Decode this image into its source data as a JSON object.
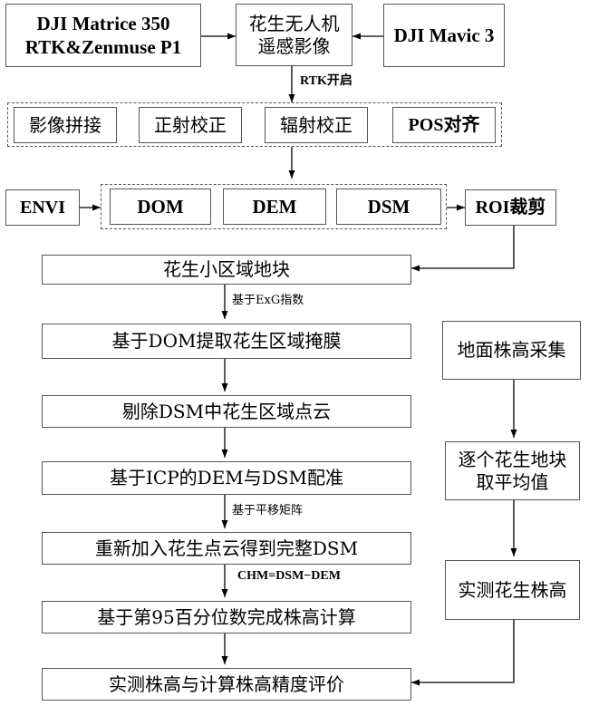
{
  "nodes": {
    "dji_m350": {
      "lines": [
        "DJI Matrice 350",
        "RTK&Zenmuse P1"
      ]
    },
    "uav_image": {
      "lines": [
        "花生无人机",
        "遥感影像"
      ]
    },
    "dji_mavic": {
      "lines": [
        "DJI Mavic 3"
      ]
    },
    "mosaic": "影像拼接",
    "ortho": "正射校正",
    "radiometric": "辐射校正",
    "pos_align": "POS对齐",
    "envi": "ENVI",
    "dom": "DOM",
    "dem": "DEM",
    "dsm": "DSM",
    "roi_crop": "ROI裁剪",
    "plots": "花生小区域地块",
    "mask": "基于DOM提取花生区域掩膜",
    "remove_cloud": "剔除DSM中花生区域点云",
    "icp": "基于ICP的DEM与DSM配准",
    "readd": "重新加入花生点云得到完整DSM",
    "percentile": "基于第95百分位数完成株高计算",
    "evaluate": "实测株高与计算株高精度评价",
    "ground_collect": "地面株高采集",
    "plot_mean": {
      "lines": [
        "逐个花生地块",
        "取平均值"
      ]
    },
    "measured_height": "实测花生株高"
  },
  "edge_labels": {
    "rtk_on": "RTK开启",
    "exg": "基于ExG指数",
    "translation": "基于平移矩阵",
    "chm": "CHM=DSM−DEM"
  }
}
